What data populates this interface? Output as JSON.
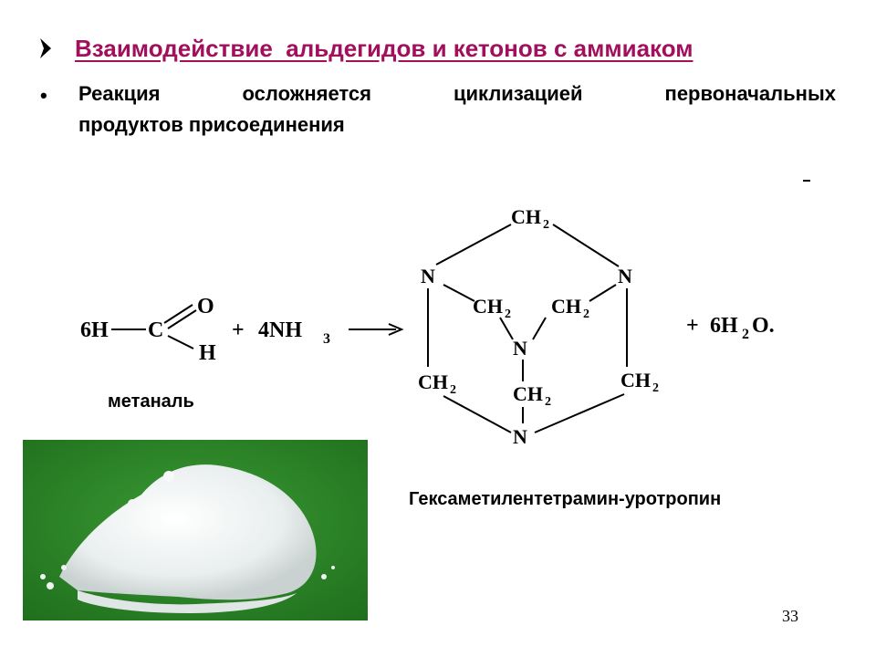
{
  "slide": {
    "title": "Взаимодействие  альдегидов и кетонов с аммиаком",
    "title_color": "#a0105c",
    "bullet_words": [
      "Реакция",
      "осложняется",
      "циклизацией",
      "первоначальных"
    ],
    "bullet_line2": "продуктов присоединения",
    "label_methanal": "метаналь",
    "label_product": "Гексаметилентетрамин-уротропин",
    "page_number": "33"
  },
  "equation": {
    "coef_aldehyde": "6H",
    "carbon": "C",
    "oxygen": "O",
    "hydrogen": "H",
    "plus1": "+",
    "coef_ammonia": "4NH",
    "ammonia_sub": "3",
    "n": "N",
    "ch": "CH",
    "sub2": "2",
    "plus2": "+",
    "water_coef": "6H",
    "water_sub": "2",
    "water_tail": "O."
  },
  "photo": {
    "subject": "white powder on green background",
    "background_color": "#2e8a2a",
    "powder_color": "#f2f4f4"
  }
}
